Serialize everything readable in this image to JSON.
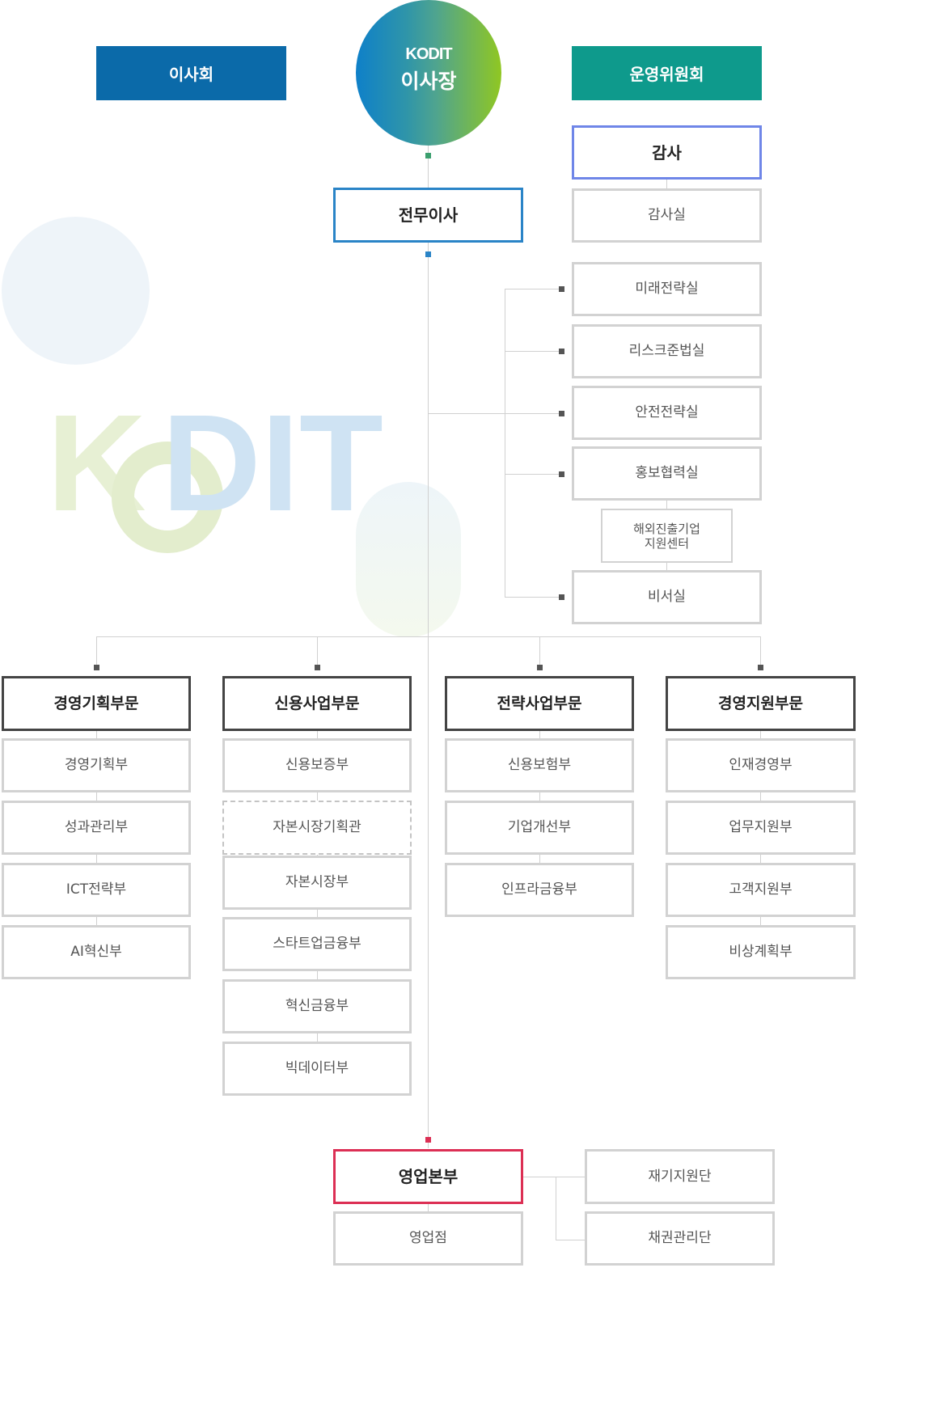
{
  "top": {
    "board": "이사회",
    "ceo_logo": "KODIT",
    "ceo": "이사장",
    "committee": "운영위원회"
  },
  "colors": {
    "board": "#0b6aa9",
    "committee": "#0e9a8c",
    "ceo_gradient_start": "#0e80c9",
    "ceo_gradient_end": "#90c722",
    "executive_border": "#2a84c7",
    "audit_border": "#6f86e8",
    "sales_border": "#dc2f54",
    "head_border": "#444444",
    "box_border": "#d2d2d2"
  },
  "audit": {
    "title": "감사",
    "office": "감사실"
  },
  "executive": "전무이사",
  "staff_offices": [
    "미래전략실",
    "리스크준법실",
    "안전전략실",
    "홍보협력실",
    "해외진출기업\n지원센터",
    "비서실"
  ],
  "watermark": "KODIT",
  "divisions": [
    {
      "name": "경영기획부문",
      "depts": [
        "경영기획부",
        "성과관리부",
        "ICT전략부",
        "AI혁신부"
      ]
    },
    {
      "name": "신용사업부문",
      "depts": [
        "신용보증부",
        "자본시장기획관",
        "자본시장부",
        "스타트업금융부",
        "혁신금융부",
        "빅데이터부"
      ]
    },
    {
      "name": "전략사업부문",
      "depts": [
        "신용보험부",
        "기업개선부",
        "인프라금융부"
      ]
    },
    {
      "name": "경영지원부문",
      "depts": [
        "인재경영부",
        "업무지원부",
        "고객지원부",
        "비상계획부"
      ]
    }
  ],
  "sales": {
    "title": "영업본부",
    "branch": "영업점",
    "units": [
      "재기지원단",
      "채권관리단"
    ]
  }
}
